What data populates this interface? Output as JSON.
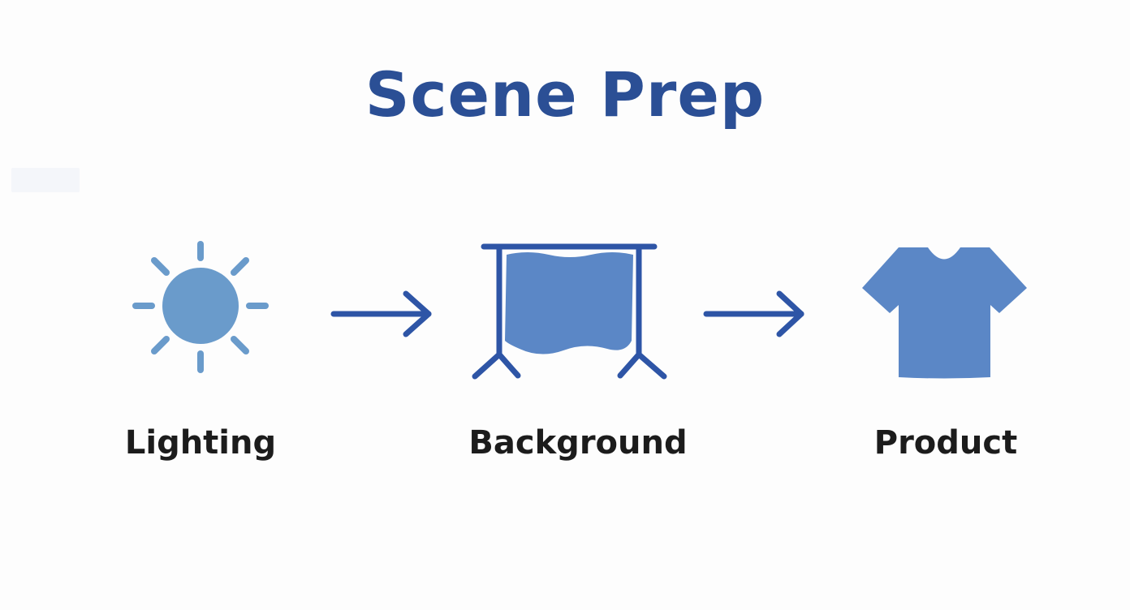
{
  "title": "Scene Prep",
  "steps": [
    {
      "label": "Lighting",
      "icon": "sun-icon"
    },
    {
      "label": "Background",
      "icon": "backdrop-stand-icon"
    },
    {
      "label": "Product",
      "icon": "t-shirt-icon"
    }
  ],
  "connectors": [
    "arrow-right-icon",
    "arrow-right-icon"
  ],
  "colors": {
    "title": "#2b4f95",
    "label": "#1c1c1c",
    "sun": "#6a9bcb",
    "icon_fill": "#5b87c6",
    "stroke": "#2e55a6",
    "background": "#fdfdfd"
  }
}
